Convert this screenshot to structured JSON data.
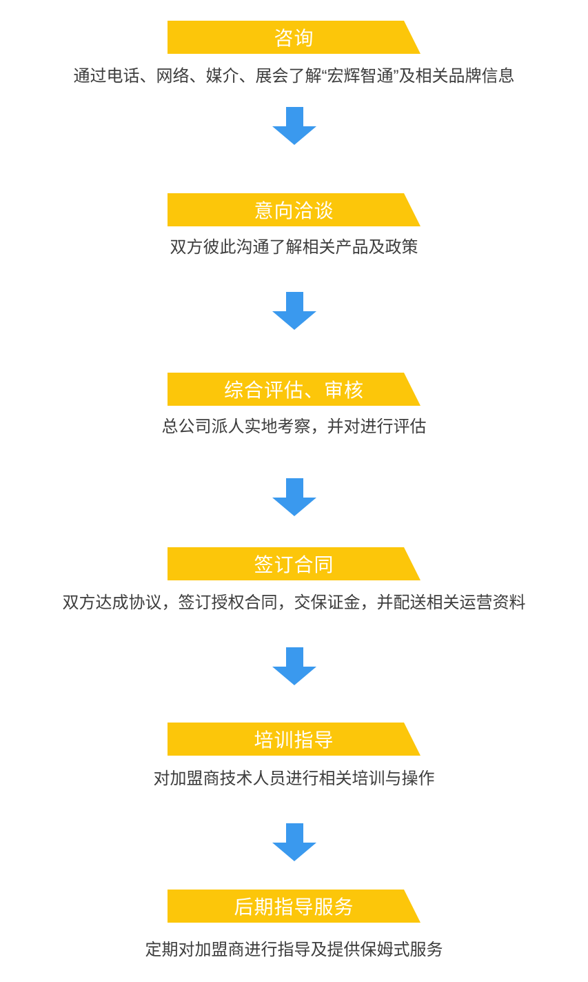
{
  "colors": {
    "banner_yellow": "#FCC60A",
    "arrow_blue": "#3A99EE",
    "title_white": "#FFFFFF",
    "description_gray": "#3D3D3D",
    "page_bg": "#FFFFFF"
  },
  "flow": {
    "type": "vertical-process-flowchart",
    "connector_icon": "down-arrow-icon",
    "steps": [
      {
        "title": "咨询",
        "description": "通过电话、网络、媒介、展会了解“宏辉智通”及相关品牌信息"
      },
      {
        "title": "意向洽谈",
        "description": "双方彼此沟通了解相关产品及政策"
      },
      {
        "title": "综合评估、审核",
        "description": "总公司派人实地考察，并对进行评估"
      },
      {
        "title": "签订合同",
        "description": "双方达成协议，签订授权合同，交保证金，并配送相关运营资料"
      },
      {
        "title": "培训指导",
        "description": "对加盟商技术人员进行相关培训与操作"
      },
      {
        "title": "后期指导服务",
        "description": "定期对加盟商进行指导及提供保姆式服务"
      }
    ]
  }
}
